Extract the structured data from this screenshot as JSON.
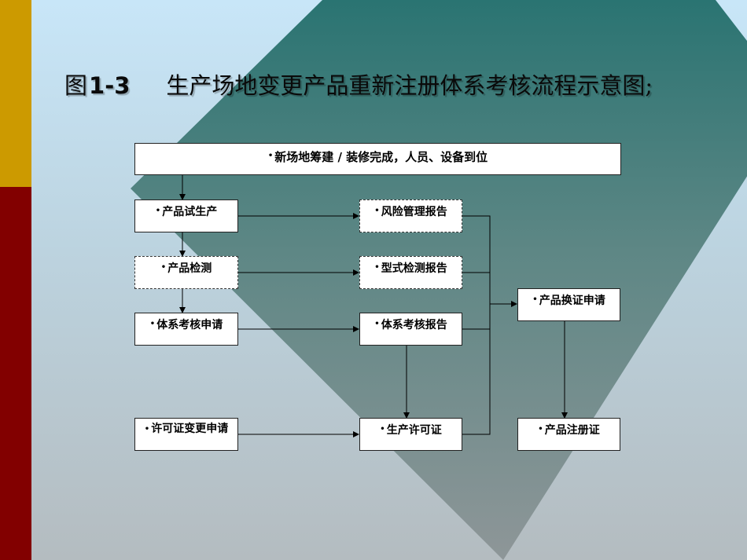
{
  "title": {
    "prefix": "图",
    "number": "1-3",
    "text": "生产场地变更产品重新注册体系考核流程示意图;"
  },
  "bullet": "•",
  "nodes": {
    "site": "新场地筹建 / 装修完成，人员、设备到位",
    "trial": "产品试生产",
    "inspection": "产品检测",
    "audit_apply": "体系考核申请",
    "license_change": "许可证变更申请",
    "risk_report": "风险管理报告",
    "type_test_report": "型式检测报告",
    "audit_report": "体系考核报告",
    "production_license": "生产许可证",
    "cert_renew": "产品换证申请",
    "registration_cert": "产品注册证"
  },
  "colors": {
    "diamond_teal": "#2a7472",
    "diamond_gray": "#8a9496",
    "gold": "#cc9a00",
    "maroon": "#820000"
  }
}
